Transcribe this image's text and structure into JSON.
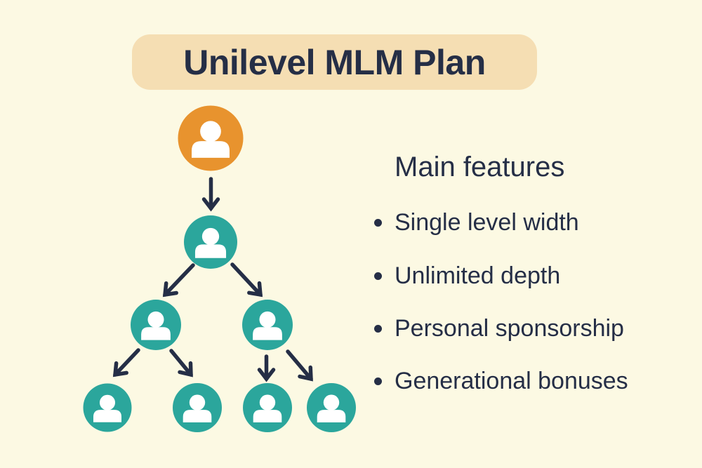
{
  "title": {
    "text": "Unilevel MLM Plan"
  },
  "features": {
    "heading": "Main features",
    "items": [
      "Single level width",
      "Unlimited depth",
      "Personal sponsorship",
      "Generational bonuses"
    ]
  },
  "tree": {
    "node_icon": "person-icon",
    "levels": [
      {
        "label": "level-1",
        "nodes": 1,
        "role": "sponsor"
      },
      {
        "label": "level-2",
        "nodes": 1,
        "role": "member"
      },
      {
        "label": "level-3",
        "nodes": 2,
        "role": "member"
      },
      {
        "label": "level-4",
        "nodes": 4,
        "role": "member"
      }
    ],
    "edges": [
      "level1-1 > level2-1",
      "level2-1 > level3-1",
      "level2-1 > level3-2",
      "level3-1 > level4-1",
      "level3-1 > level4-2",
      "level3-2 > level4-3",
      "level3-2 > level4-4"
    ]
  },
  "colors": {
    "background": "#FCF9E3",
    "banner": "#F5DEB3",
    "ink": "#252E46",
    "root": "#E8932E",
    "member": "#2BA69C",
    "icon": "#FFFFFF"
  }
}
